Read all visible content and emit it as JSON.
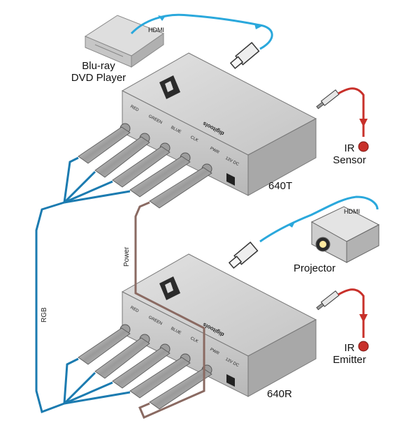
{
  "devices": {
    "source": {
      "line1": "Blu-ray",
      "line2": "DVD Player"
    },
    "transmitter": {
      "model": "640T",
      "brand": "digitools"
    },
    "receiver": {
      "model": "640R",
      "brand": "digitools"
    },
    "display": {
      "name": "Projector"
    }
  },
  "ir": {
    "sensor": {
      "line1": "IR",
      "line2": "Sensor"
    },
    "emitter": {
      "line1": "IR",
      "line2": "Emitter"
    }
  },
  "cables": {
    "hdmi_top": "HDMI",
    "hdmi_right": "HDMI",
    "power": "Power",
    "rgb": "RGB"
  },
  "ports": [
    "RED",
    "GREEN",
    "BLUE",
    "CLK",
    "PWR",
    "12V DC"
  ],
  "colors": {
    "hdmi_cable": "#2aa8dc",
    "rgb_cable": "#1b7bb0",
    "ir_cable": "#c8302a",
    "power_cable": "#8a6a62",
    "device_body": "#cfcfcf"
  }
}
